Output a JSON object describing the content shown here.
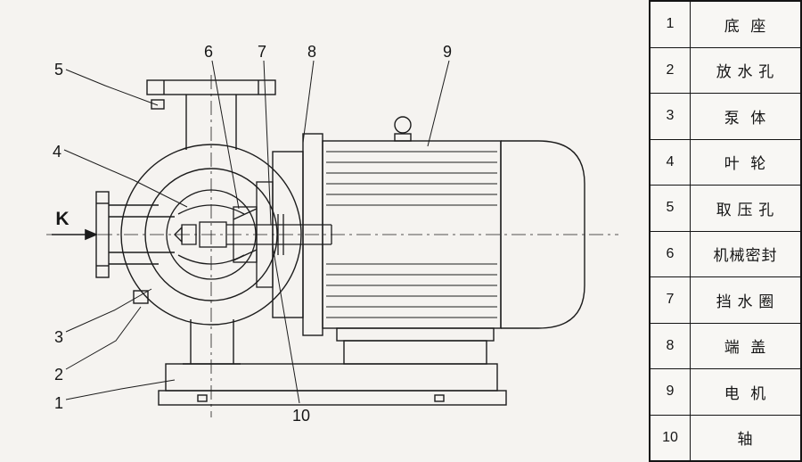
{
  "diagram": {
    "k_label": "K",
    "callouts": {
      "c1": "1",
      "c2": "2",
      "c3": "3",
      "c4": "4",
      "c5": "5",
      "c6": "6",
      "c7": "7",
      "c8": "8",
      "c9": "9",
      "c10": "10"
    }
  },
  "table": {
    "rows": [
      {
        "num": "1",
        "name": "底  座"
      },
      {
        "num": "2",
        "name": "放 水 孔"
      },
      {
        "num": "3",
        "name": "泵  体"
      },
      {
        "num": "4",
        "name": "叶  轮"
      },
      {
        "num": "5",
        "name": "取 压 孔"
      },
      {
        "num": "6",
        "name": "机械密封"
      },
      {
        "num": "7",
        "name": "挡 水 圈"
      },
      {
        "num": "8",
        "name": "端  盖"
      },
      {
        "num": "9",
        "name": "电  机"
      },
      {
        "num": "10",
        "name": "轴"
      }
    ]
  },
  "colors": {
    "line": "#1c1c1c",
    "background": "#f5f3f0"
  }
}
